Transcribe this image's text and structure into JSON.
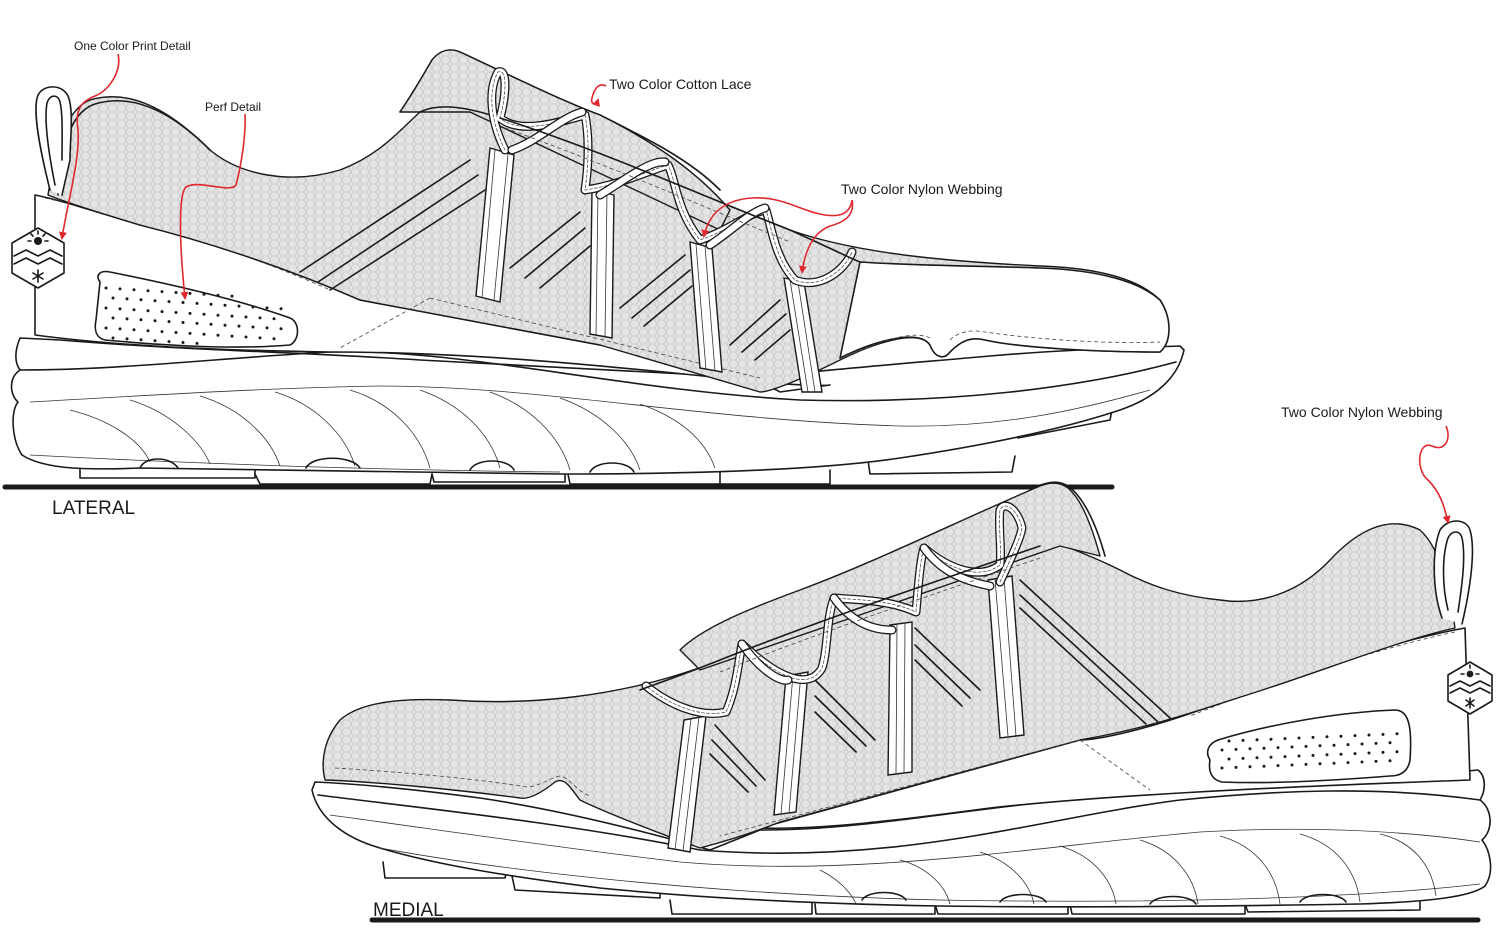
{
  "views": {
    "lateral": "LATERAL",
    "medial": "MEDIAL"
  },
  "callouts": {
    "one_color_print": "One Color Print Detail",
    "perf": "Perf Detail",
    "cotton_lace": "Two Color Cotton Lace",
    "nylon_webbing_top": "Two Color Nylon Webbing",
    "nylon_webbing_medial": "Two Color Nylon Webbing"
  },
  "colors": {
    "outline": "#1a1a1a",
    "mesh": "#e3e3e3",
    "callout": "#e0282e"
  },
  "icons": [
    "sun-snow-badge-icon",
    "sun-snow-badge-icon"
  ]
}
